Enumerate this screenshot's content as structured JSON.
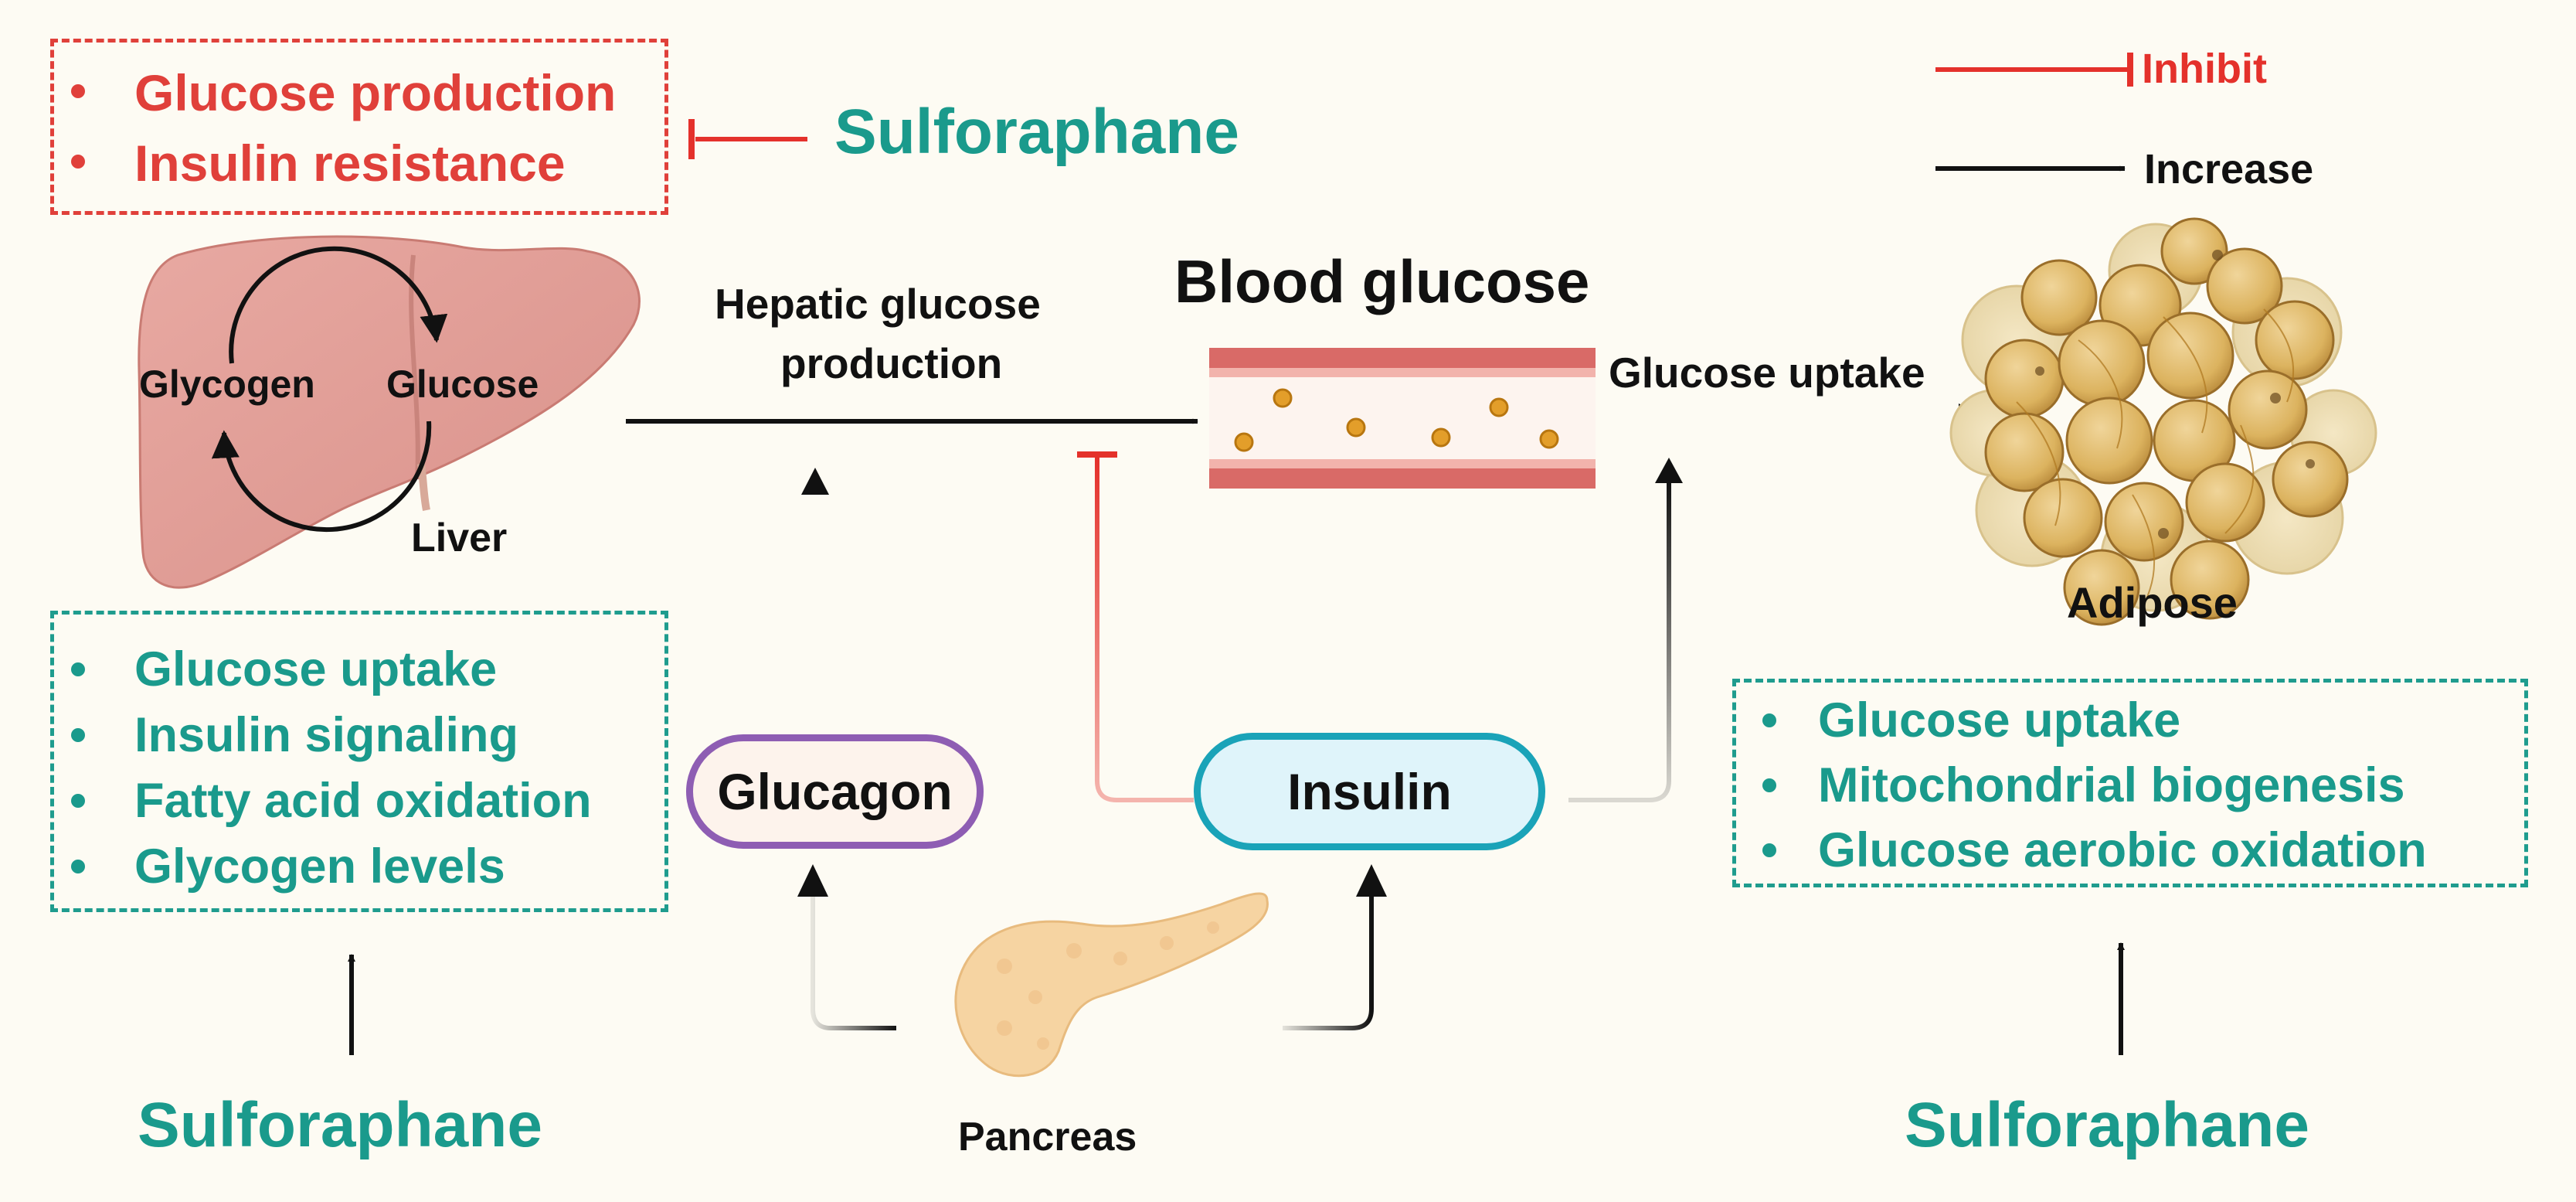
{
  "colors": {
    "inhibit": "#e4312b",
    "increase": "#111111",
    "teal": "#1a9a8c",
    "red_text": "#e0403a"
  },
  "legend": {
    "inhibit": "Inhibit",
    "increase": "Increase"
  },
  "top_left_box": {
    "items": [
      "Glucose production",
      "Insulin resistance"
    ]
  },
  "sulforaphane_top": "Sulforaphane",
  "liver": {
    "label": "Liver",
    "glycogen": "Glycogen",
    "glucose": "Glucose"
  },
  "hepatic": {
    "line1": "Hepatic glucose",
    "line2": "production"
  },
  "blood_glucose": "Blood glucose",
  "glucose_uptake_arrow": "Glucose uptake",
  "adipose": "Adipose",
  "liver_box": {
    "items": [
      "Glucose uptake",
      "Insulin signaling",
      "Fatty acid oxidation",
      "Glycogen levels"
    ]
  },
  "adipose_box": {
    "items": [
      "Glucose uptake",
      "Mitochondrial biogenesis",
      "Glucose aerobic oxidation"
    ]
  },
  "glucagon": "Glucagon",
  "insulin": "Insulin",
  "pancreas": "Pancreas",
  "sulforaphane_bottom_left": "Sulforaphane",
  "sulforaphane_bottom_right": "Sulforaphane"
}
